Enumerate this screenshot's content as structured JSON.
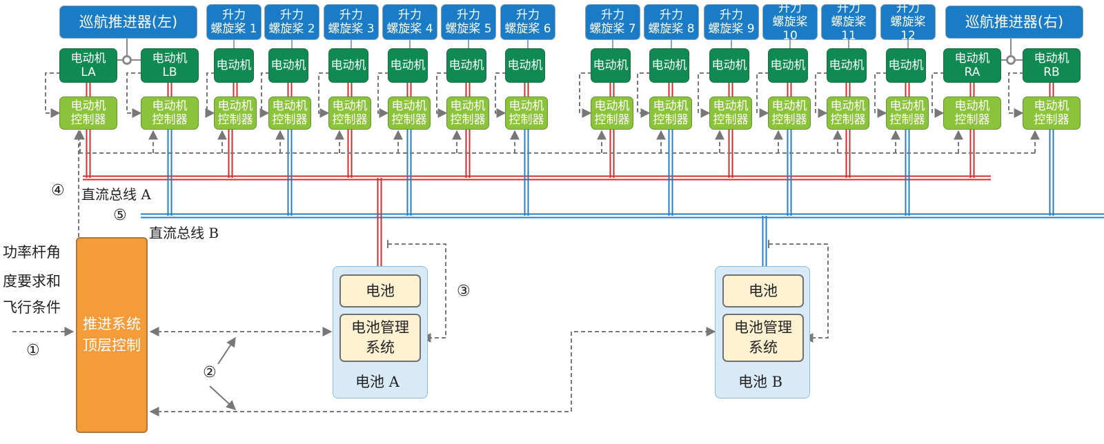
{
  "cruise_left": "巡航推进器(左)",
  "cruise_right": "巡航推进器(右)",
  "propellers": [
    {
      "line1": "升力",
      "line2": "螺旋桨 1"
    },
    {
      "line1": "升力",
      "line2": "螺旋桨 2"
    },
    {
      "line1": "升力",
      "line2": "螺旋桨 3"
    },
    {
      "line1": "升力",
      "line2": "螺旋桨 4"
    },
    {
      "line1": "升力",
      "line2": "螺旋桨 5"
    },
    {
      "line1": "升力",
      "line2": "螺旋桨 6"
    },
    {
      "line1": "升力",
      "line2": "螺旋桨 7"
    },
    {
      "line1": "升力",
      "line2": "螺旋桨 8"
    },
    {
      "line1": "升力",
      "line2": "螺旋桨 9"
    },
    {
      "line1": "升力",
      "line2": "螺旋桨 10"
    },
    {
      "line1": "升力",
      "line2": "螺旋桨 11"
    },
    {
      "line1": "升力",
      "line2": "螺旋桨 12"
    }
  ],
  "motor_label": "电动机",
  "cruise_motors": {
    "la": "LA",
    "lb": "LB",
    "ra": "RA",
    "rb": "RB"
  },
  "controller": {
    "line1": "电动机",
    "line2": "控制器"
  },
  "bus_a": "直流总线 A",
  "bus_b": "直流总线 B",
  "input_text": [
    "功率杆角",
    "度要求和",
    "飞行条件"
  ],
  "top_control": {
    "line1": "推进系统",
    "line2": "顶层控制"
  },
  "battery_label": "电池",
  "bms": {
    "line1": "电池管理",
    "line2": "系统"
  },
  "battery_a": "电池 A",
  "battery_b": "电池 B",
  "markers": [
    "①",
    "②",
    "③",
    "④",
    "⑤"
  ],
  "colors": {
    "blue": "#1a7bc6",
    "motor": "#0f8a50",
    "controller": "#8bc43a",
    "top_control": "#f49b3a",
    "bus_a": "#d42b2b",
    "bus_b": "#1f7fc9"
  }
}
